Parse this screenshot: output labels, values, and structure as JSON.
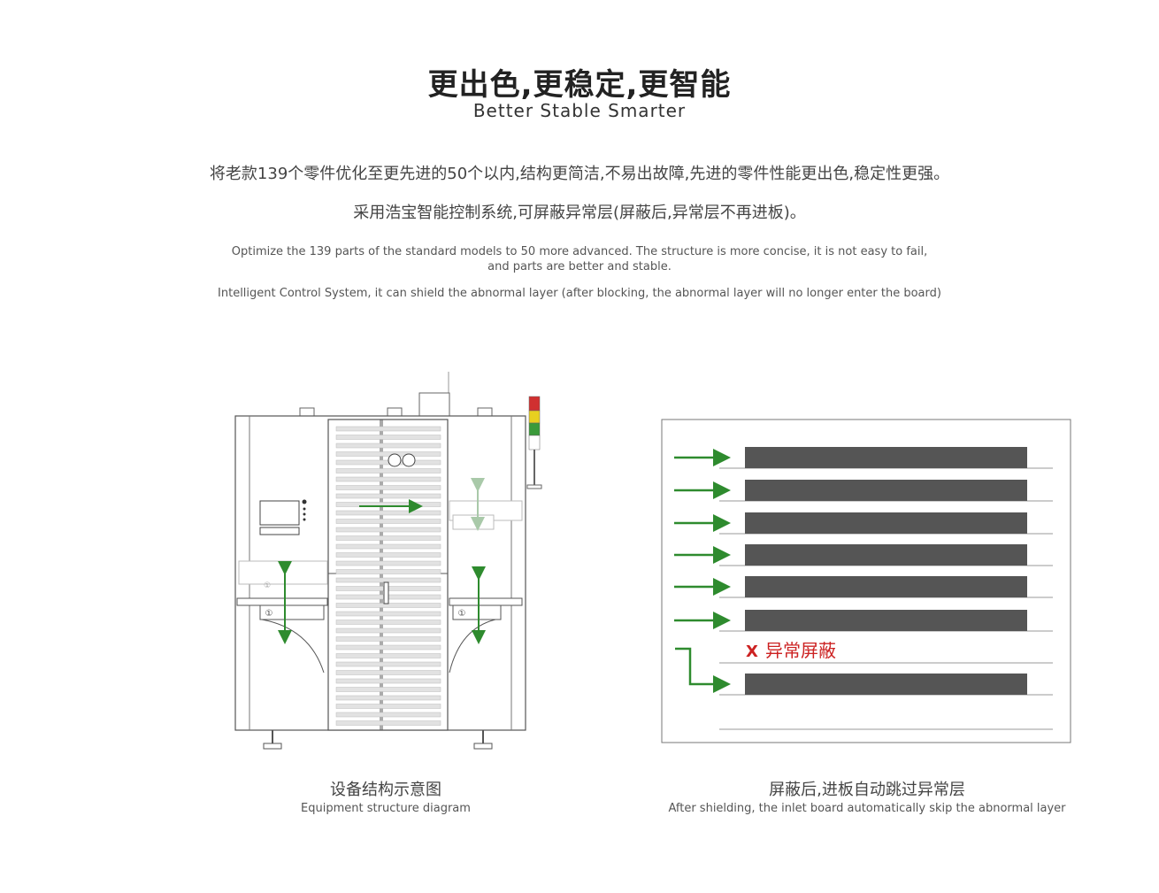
{
  "header": {
    "title_cn": "更出色,更稳定,更智能",
    "title_en": "Better Stable Smarter"
  },
  "intro": {
    "cn_line_1": "将老款139个零件优化至更先进的50个以内,结构更简洁,不易出故障,先进的零件性能更出色,稳定性更强。",
    "cn_line_2": "采用浩宝智能控制系统,可屏蔽异常层(屏蔽后,异常层不再进板)。",
    "en_line_1a": "Optimize the 139 parts of the standard models to 50 more advanced. The structure is more concise, it is not easy to fail,",
    "en_line_1b": "and parts are better and stable.",
    "en_line_2": "Intelligent Control System, it can shield the abnormal layer (after blocking, the abnormal layer will no longer enter the board)"
  },
  "left_figure": {
    "caption_cn": "设备结构示意图",
    "caption_en": "Equipment structure diagram",
    "module_labels": [
      "①",
      "①",
      "①"
    ]
  },
  "right_figure": {
    "caption_cn": "屏蔽后,进板自动跳过异常层",
    "caption_en": "After shielding, the inlet board automatically skip the abnormal layer",
    "abnormal_label": "异常屏蔽",
    "abnormal_mark": "X",
    "layers": [
      {
        "status": "loaded"
      },
      {
        "status": "loaded"
      },
      {
        "status": "loaded"
      },
      {
        "status": "loaded"
      },
      {
        "status": "loaded"
      },
      {
        "status": "loaded"
      },
      {
        "status": "shielded"
      },
      {
        "status": "loaded"
      }
    ]
  },
  "colors": {
    "arrow_green": "#2e8b2e",
    "board_gray": "#555555",
    "alert_red": "#cc2222",
    "light_red": "#d03030",
    "light_yellow": "#e8d020",
    "light_green": "#3a9a3a"
  }
}
